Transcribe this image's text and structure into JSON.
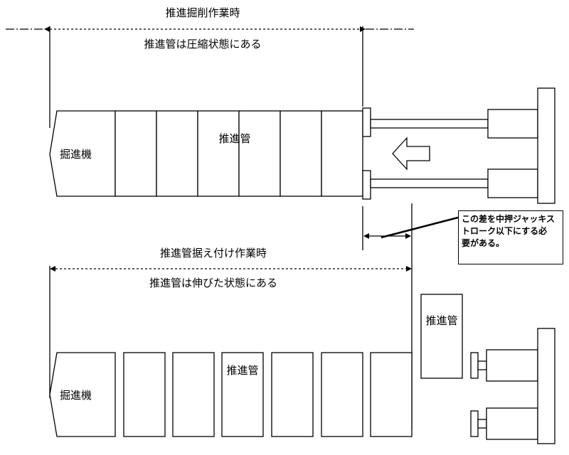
{
  "top": {
    "title": "推進掘削作業時",
    "subtitle": "推進管は圧縮状態にある",
    "excavator_label": "掘進機",
    "pipe_label": "推進管"
  },
  "bottom": {
    "title": "推進管据え付け作業時",
    "subtitle": "推進管は伸びた状態にある",
    "excavator_label": "掘進機",
    "pipe_label": "推進管",
    "spare_pipe_label": "推進管"
  },
  "note": {
    "line1": "この差を中押ジャッキス",
    "line2": "トローク以下にする必",
    "line3": "要がある。"
  }
}
